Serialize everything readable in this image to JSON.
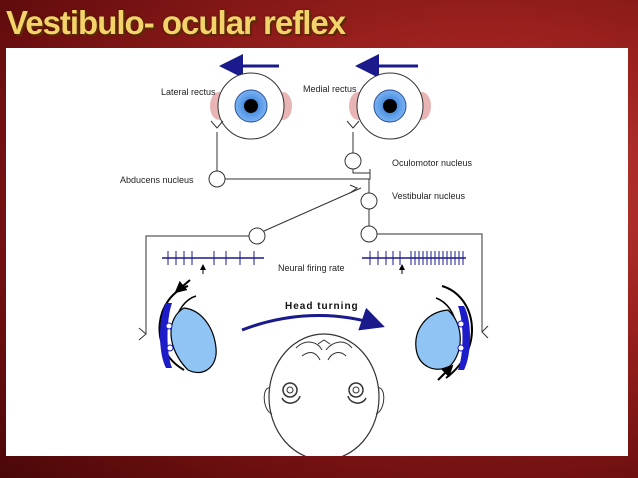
{
  "slide": {
    "title": "Vestibulo- ocular reflex"
  },
  "diagram": {
    "labels": {
      "lateral_rectus": "Lateral rectus",
      "medial_rectus": "Medial rectus",
      "oculomotor_nucleus": "Oculomotor nucleus",
      "abducens_nucleus": "Abducens nucleus",
      "vestibular_nucleus": "Vestibular nucleus",
      "neural_firing_rate": "Neural firing rate",
      "head_turning": "Head turning"
    },
    "colors": {
      "arrow_navy": "#1a1a8c",
      "iris": "#4f8fe0",
      "semicircular_canal": "#1c1cc8",
      "cupula": "#8fc4f4",
      "muscle_pink": "#e8b4b4",
      "title_gold": "#f3d36a"
    },
    "firing": {
      "left_spikes": 8,
      "right_spikes": 20
    }
  }
}
